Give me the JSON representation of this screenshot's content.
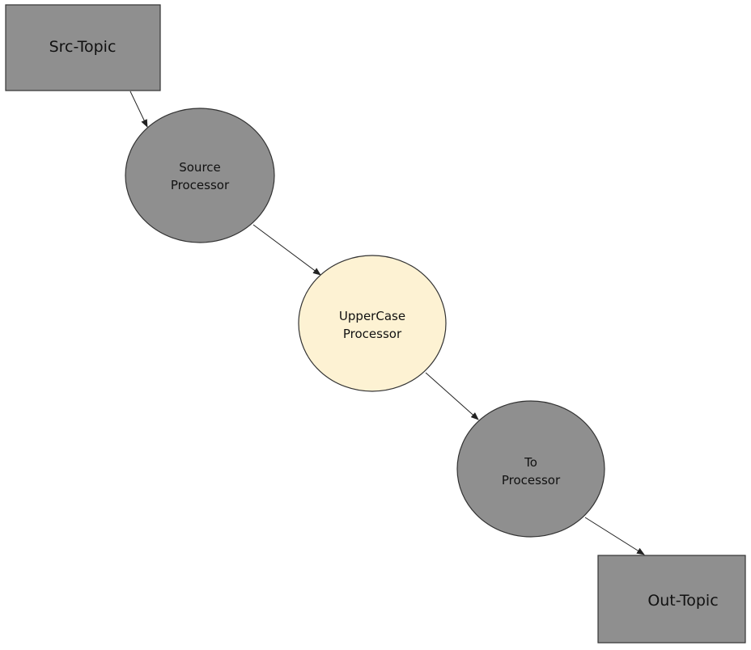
{
  "diagram": {
    "type": "flow",
    "nodes": {
      "src_topic": {
        "label": "Src-Topic",
        "shape": "rectangle",
        "color": "#8f8f8f"
      },
      "source_processor": {
        "line1": "Source",
        "line2": "Processor",
        "shape": "circle",
        "color": "#8f8f8f"
      },
      "uppercase_processor": {
        "line1": "UpperCase",
        "line2": "Processor",
        "shape": "circle",
        "color": "#fdf2d3"
      },
      "to_processor": {
        "line1": "To",
        "line2": "Processor",
        "shape": "circle",
        "color": "#8f8f8f"
      },
      "out_topic": {
        "label": "Out-Topic",
        "shape": "rectangle",
        "color": "#8f8f8f"
      }
    },
    "edges": [
      {
        "from": "Src-Topic",
        "to": "Source Processor"
      },
      {
        "from": "Source Processor",
        "to": "UpperCase Processor"
      },
      {
        "from": "UpperCase Processor",
        "to": "To Processor"
      },
      {
        "from": "To Processor",
        "to": "Out-Topic"
      }
    ]
  }
}
